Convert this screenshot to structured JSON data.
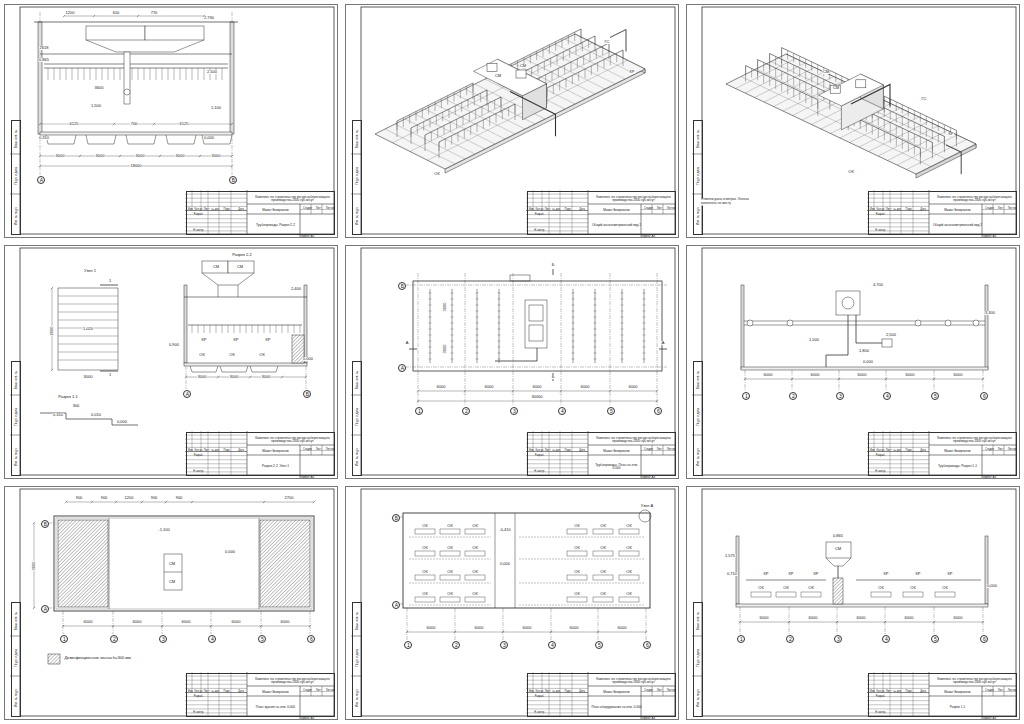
{
  "diagram": {
    "nodes": [
      {
        "text": [
          "Формат А3"
        ]
      },
      {
        "text": [
          "Взам. инв. №",
          "Подп. и дата",
          "Инв. № подл."
        ],
        "in": 0
      },
      {
        "text": [
          "Комплекс по строительству ресурсосберегающего производства 2000 куб.м/сут",
          "Изм.",
          "Кол.уч",
          "Лист",
          "№ док.",
          "Подп.",
          "Дата",
          "Разраб.",
          "Н. контр.",
          "Мамат Бекирханов",
          "Стадия",
          "Лист",
          "Листов",
          "Трубопроводы. Разрез 2-2"
        ],
        "in": 0
      },
      {
        "text": [
          "А"
        ],
        "in": 0
      },
      {
        "text": [
          "Б"
        ],
        "in": 0
      },
      {
        "text": [
          "Формат А3"
        ]
      },
      {
        "text": [
          "Взам. инв. №",
          "Подп. и дата",
          "Инв. № подл."
        ],
        "in": 5
      },
      {
        "text": [
          "Комплекс по строительству ресурсосберегающего производства 2000 куб.м/сут",
          "Изм.",
          "Кол.уч",
          "Лист",
          "№ док.",
          "Подп.",
          "Дата",
          "Разраб.",
          "Н. контр.",
          "Мамат Бекирханов",
          "Стадия",
          "Лист",
          "Листов",
          "Общий аксонометрический вид 1"
        ],
        "in": 5
      },
      {
        "text": [
          "Формат А3"
        ]
      },
      {
        "text": [
          "Взам. инв. №",
          "Подп. и дата",
          "Инв. № подл."
        ],
        "in": 8
      },
      {
        "text": [
          "Комплекс по строительству ресурсосберегающего производства 2000 куб.м/сут",
          "Изм.",
          "Кол.уч",
          "Лист",
          "№ док.",
          "Подп.",
          "Дата",
          "Разраб.",
          "Н. контр.",
          "Мамат Бекирханов",
          "Стадия",
          "Лист",
          "Листов",
          "Общий аксонометрический вид 2"
        ],
        "in": 8
      },
      {
        "text": [
          "Формат А3"
        ]
      },
      {
        "text": [
          "Взам. инв. №",
          "Подп. и дата",
          "Инв. № подл."
        ],
        "in": 11
      },
      {
        "text": [
          "Комплекс по строительству ресурсосберегающего производства 2000 куб.м/сут",
          "Изм.",
          "Кол.уч",
          "Лист",
          "№ док.",
          "Подп.",
          "Дата",
          "Разраб.",
          "Н. контр.",
          "Мамат Бекирханов",
          "Стадия",
          "Лист",
          "Листов",
          "Разрез 2-2. Узел 1"
        ],
        "in": 11
      },
      {
        "text": [
          "А"
        ],
        "in": 11
      },
      {
        "text": [
          "Б"
        ],
        "in": 11
      },
      {
        "text": [
          "Формат А3"
        ]
      },
      {
        "text": [
          "Взам. инв. №",
          "Подп. и дата",
          "Инв. № подл."
        ],
        "in": 16
      },
      {
        "text": [
          "Комплекс по строительству ресурсосберегающего производства 2000 куб.м/сут",
          "Изм.",
          "Кол.уч",
          "Лист",
          "№ док.",
          "Подп.",
          "Дата",
          "Разраб.",
          "Н. контр.",
          "Мамат Бекирханов",
          "Стадия",
          "Лист",
          "Листов",
          "Трубопроводы. План на отм. 0.000"
        ],
        "in": 16
      },
      {
        "text": [
          "Б"
        ],
        "in": 16
      },
      {
        "text": [
          "А"
        ],
        "in": 16
      },
      {
        "text": [
          "1"
        ],
        "in": 16
      },
      {
        "text": [
          "2"
        ],
        "in": 16
      },
      {
        "text": [
          "3"
        ],
        "in": 16
      },
      {
        "text": [
          "4"
        ],
        "in": 16
      },
      {
        "text": [
          "5"
        ],
        "in": 16
      },
      {
        "text": [
          "6"
        ],
        "in": 16
      },
      {
        "text": [
          "Формат А3"
        ]
      },
      {
        "text": [
          "Взам. инв. №",
          "Подп. и дата",
          "Инв. № подл."
        ],
        "in": 27
      },
      {
        "text": [
          "Комплекс по строительству ресурсосберегающего производства 2000 куб.м/сут",
          "Изм.",
          "Кол.уч",
          "Лист",
          "№ док.",
          "Подп.",
          "Дата",
          "Разраб.",
          "Н. контр.",
          "Мамат Бекирханов",
          "Стадия",
          "Лист",
          "Листов",
          "Трубопроводы. Разрез 1-1"
        ],
        "in": 27
      },
      {
        "text": [
          "1"
        ],
        "in": 27
      },
      {
        "text": [
          "2"
        ],
        "in": 27
      },
      {
        "text": [
          "3"
        ],
        "in": 27
      },
      {
        "text": [
          "4"
        ],
        "in": 27
      },
      {
        "text": [
          "5"
        ],
        "in": 27
      },
      {
        "text": [
          "6"
        ],
        "in": 27
      },
      {
        "text": [
          "Формат А3"
        ]
      },
      {
        "text": [
          "Взам. инв. №",
          "Подп. и дата",
          "Инв. № подл."
        ],
        "in": 36
      },
      {
        "text": [
          "Комплекс по строительству ресурсосберегающего производства 2000 куб.м/сут",
          "Изм.",
          "Кол.уч",
          "Лист",
          "№ док.",
          "Подп.",
          "Дата",
          "Разраб.",
          "Н. контр.",
          "Мамат Бекирханов",
          "Стадия",
          "Лист",
          "Листов",
          "План здания на отм. 0.000"
        ],
        "in": 36
      },
      {
        "text": [
          "Б"
        ],
        "in": 36
      },
      {
        "text": [
          "А"
        ],
        "in": 36
      },
      {
        "text": [
          "1"
        ],
        "in": 36
      },
      {
        "text": [
          "2"
        ],
        "in": 36
      },
      {
        "text": [
          "3"
        ],
        "in": 36
      },
      {
        "text": [
          "4"
        ],
        "in": 36
      },
      {
        "text": [
          "5"
        ],
        "in": 36
      },
      {
        "text": [
          "6"
        ],
        "in": 36
      },
      {
        "text": [
          "Формат А3"
        ]
      },
      {
        "text": [
          "Взам. инв. №",
          "Подп. и дата",
          "Инв. № подл."
        ],
        "in": 47
      },
      {
        "text": [
          "Комплекс по строительству ресурсосберегающего производства 2000 куб.м/сут",
          "Изм.",
          "Кол.уч",
          "Лист",
          "№ док.",
          "Подп.",
          "Дата",
          "Разраб.",
          "Н. контр.",
          "Мамат Бекирханов",
          "Стадия",
          "Лист",
          "Листов",
          "План оборудования на отм. 0.000"
        ],
        "in": 47
      },
      {
        "text": [
          "Б"
        ],
        "in": 47
      },
      {
        "text": [
          "А"
        ],
        "in": 47
      },
      {
        "text": [
          "1"
        ],
        "in": 47
      },
      {
        "text": [
          "2"
        ],
        "in": 47
      },
      {
        "text": [
          "3"
        ],
        "in": 47
      },
      {
        "text": [
          "4"
        ],
        "in": 47
      },
      {
        "text": [
          "5"
        ],
        "in": 47
      },
      {
        "text": [
          "6"
        ],
        "in": 47
      },
      {
        "text": [
          "Формат А3"
        ]
      },
      {
        "text": [
          "Взам. инв. №",
          "Подп. и дата",
          "Инв. № подл."
        ],
        "in": 58
      },
      {
        "text": [
          "Комплекс по строительству ресурсосберегающего производства 2000 куб.м/сут",
          "Изм.",
          "Кол.уч",
          "Лист",
          "№ док.",
          "Подп.",
          "Дата",
          "Разраб.",
          "Н. контр.",
          "Мамат Бекирханов",
          "Стадия",
          "Лист",
          "Листов",
          "Разрез 1-1"
        ],
        "in": 58
      },
      {
        "text": [
          "1"
        ],
        "in": 58
      },
      {
        "text": [
          "2"
        ],
        "in": 58
      },
      {
        "text": [
          "3"
        ],
        "in": 58
      },
      {
        "text": [
          "4"
        ],
        "in": 58
      },
      {
        "text": [
          "5"
        ],
        "in": 58
      },
      {
        "text": [
          "6"
        ],
        "in": 58
      }
    ],
    "labels": [
      "1200",
      "610",
      "770",
      "2,730",
      "2618",
      "0,865",
      "3600",
      "2,500",
      "1,500",
      "1,100",
      "6125",
      "700",
      "6125",
      "0,000",
      "0,310",
      "3000",
      "3000",
      "3000",
      "3000",
      "3000",
      "18000",
      "СМ",
      "СМ",
      "ГС",
      "КР",
      "ОК",
      "СМ",
      "СМ",
      "ГС",
      "КР",
      "ОК",
      "Отметки даны в метрах. Уклоны выполнять по месту",
      "Узел 1",
      "Разрез 2-2",
      "1",
      "1",
      "2000",
      "1,020",
      "3000",
      "Разрез 1-1",
      "300",
      "0,310",
      "0,010",
      "0,000",
      "СМ",
      "СМ",
      "2,400",
      "0,900",
      "КР",
      "КР",
      "КР",
      "ОК",
      "ОК",
      "ОК",
      "3000",
      "3000",
      "3000",
      "0,000",
      "Б",
      "А",
      "А",
      "Б",
      "3000",
      "3000",
      "6000",
      "6000",
      "6000",
      "6000",
      "6000",
      "30000",
      "4,700",
      "3,300",
      "1,500",
      "2,500",
      "1,800",
      "0,000",
      "6000",
      "6000",
      "6000",
      "6000",
      "6000",
      "900",
      "900",
      "1200",
      "900",
      "900",
      "2700",
      "-1,100",
      "0,000",
      "СМ",
      "СМ",
      "3000",
      "6000",
      "6000",
      "6000",
      "6000",
      "6000",
      "ОК",
      "ОК",
      "ОК",
      "ОК",
      "ОК",
      "ОК",
      "ОК",
      "ОК",
      "ОК",
      "ОК",
      "ОК",
      "ОК",
      "ОК",
      "ОК",
      "ОК",
      "ОК",
      "ОК",
      "ОК",
      "ОК",
      "ОК",
      "ОК",
      "ОК",
      "ОК",
      "ОК",
      "-0,410",
      "0,000",
      "Узел А",
      "6000",
      "6000",
      "6000",
      "6000",
      "6000",
      "СМ",
      "0,865",
      "1,575",
      "0,710",
      "КР",
      "КР",
      "КР",
      "КР",
      "КР",
      "КР",
      "ОК",
      "ОК",
      "ОК",
      "ОК",
      "ОК",
      "ОК",
      "0,000",
      "6000",
      "6000",
      "6000",
      "6000",
      "6000"
    ],
    "legend": [
      {
        "text": "Дезинфекционные ванны h=300 мм"
      }
    ]
  }
}
